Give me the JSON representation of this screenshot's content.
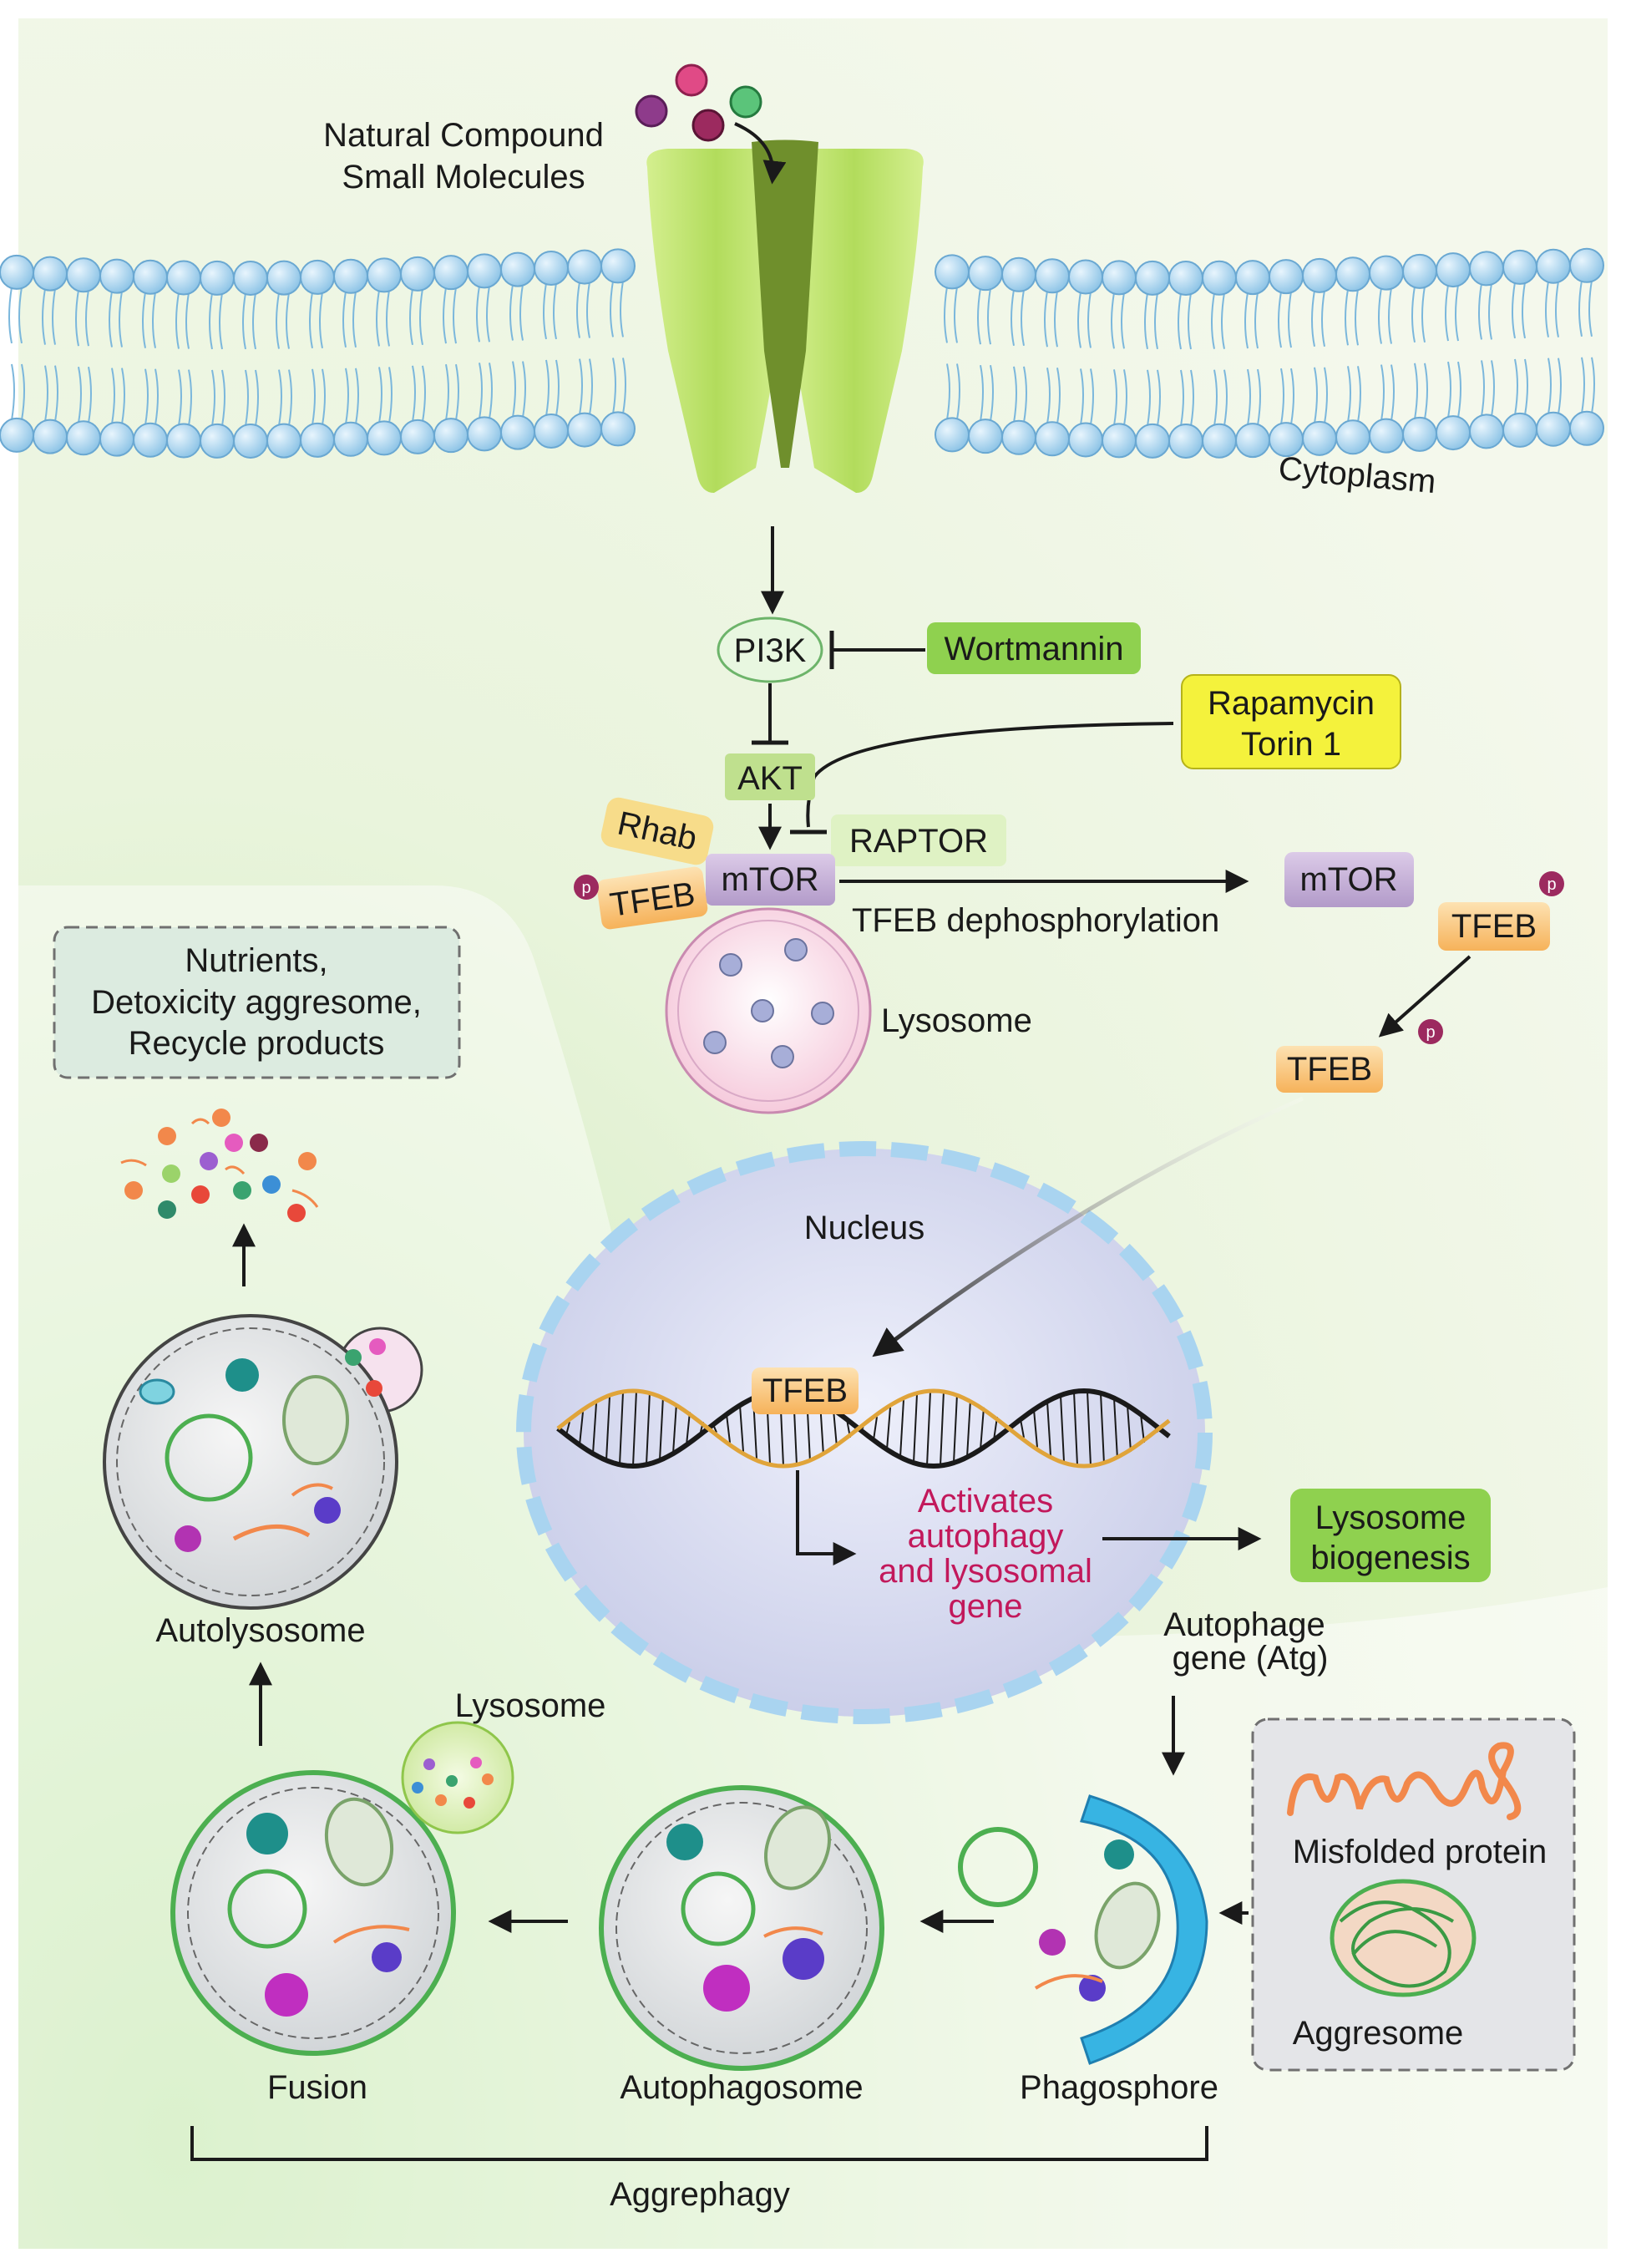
{
  "labels": {
    "natural_compound_1": "Natural Compound",
    "natural_compound_2": "Small Molecules",
    "cytoplasm": "Cytoplasm",
    "pi3k": "PI3K",
    "wortmannin": "Wortmannin",
    "rapamycin": "Rapamycin",
    "torin": "Torin 1",
    "akt": "AKT",
    "rhab": "Rhab",
    "raptor": "RAPTOR",
    "mtor": "mTOR",
    "tfeb": "TFEB",
    "p": "p",
    "tfeb_dephos": "TFEB dephosphorylation",
    "lysosome": "Lysosome",
    "nutrients_1": "Nutrients,",
    "nutrients_2": "Detoxicity aggresome,",
    "nutrients_3": "Recycle products",
    "nucleus": "Nucleus",
    "activates_1": "Activates",
    "activates_2": "autophagy",
    "activates_3": "and lysosomal",
    "activates_4": "gene",
    "lys_bio_1": "Lysosome",
    "lys_bio_2": "biogenesis",
    "autophage_1": "Autophage",
    "autophage_2": "gene (Atg)",
    "autolysosome": "Autolysosome",
    "misfolded": "Misfolded protein",
    "aggresome": "Aggresome",
    "fusion": "Fusion",
    "autophagosome": "Autophagosome",
    "phagosphore": "Phagosphore",
    "aggrephagy": "Aggrephagy"
  },
  "colors": {
    "membrane_head": "#a9d4f0",
    "channel": "#b8de6f",
    "channel_dark": "#6b8a2e",
    "wortmannin_box": "#8fd14f",
    "rapamycin_box": "#f4f23c",
    "tfeb_box": "#f9c87c",
    "mtor_box": "#c9b3db",
    "nucleus_fill": "#d6d9ee",
    "vesicle_border": "#4caf50",
    "activates_text": "#c2185b"
  }
}
